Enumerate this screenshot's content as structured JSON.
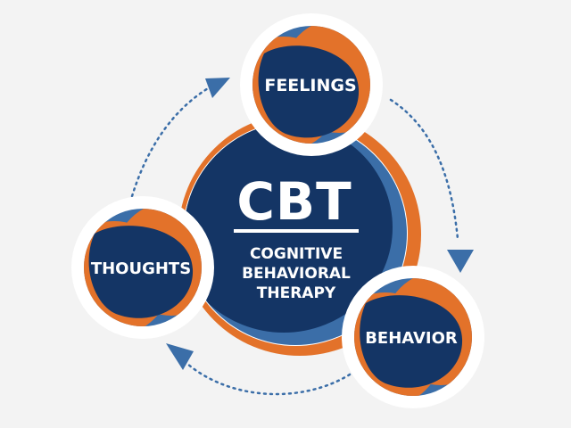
{
  "center": {
    "title": "CBT",
    "subtitle_lines": [
      "COGNITIVE",
      "BEHAVIORAL",
      "THERAPY"
    ]
  },
  "nodes": {
    "feelings": "FEELINGS",
    "thoughts": "THOUGHTS",
    "behavior": "BEHAVIOR"
  },
  "colors": {
    "navy": "#143565",
    "blue": "#3b6ea8",
    "orange": "#e3722a",
    "background": "#f3f3f3",
    "arrow": "#3b6ea8"
  }
}
